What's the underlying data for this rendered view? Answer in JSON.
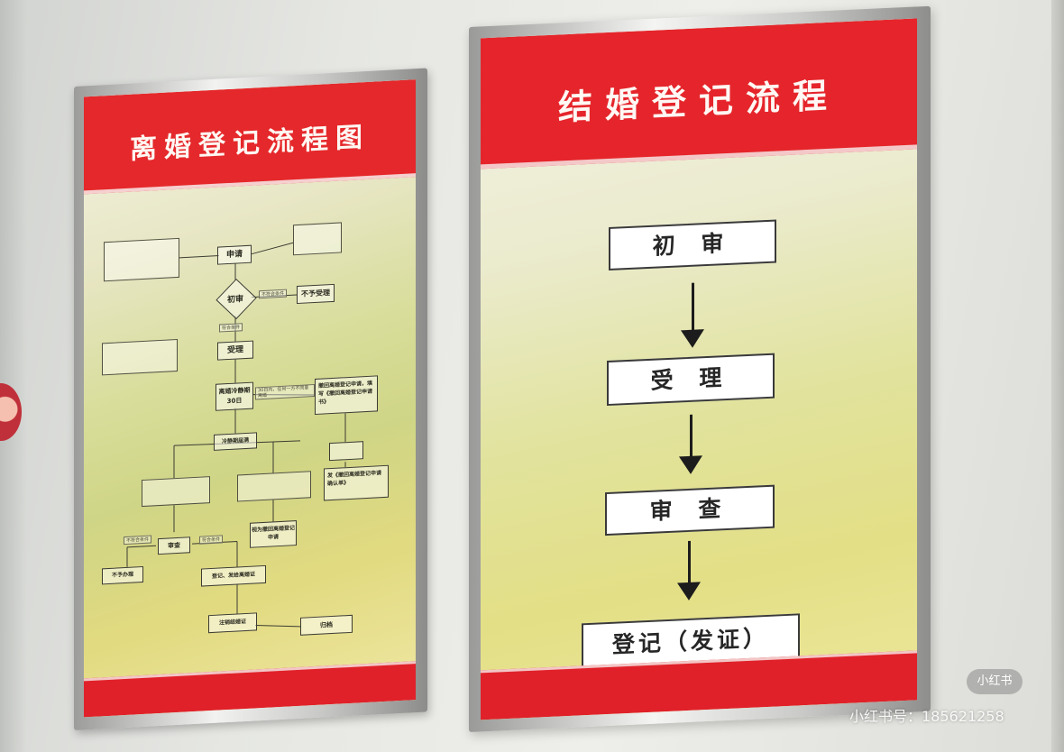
{
  "divorce_poster": {
    "title": "离婚登记流程图",
    "nodes": {
      "apply": "申请",
      "initial_review": "初审",
      "reject": "不予受理",
      "accept": "受理",
      "cooling": "离婚冷静期30日",
      "withdraw": "撤回离婚登记申请，填写《撤回离婚登记申请书》",
      "issue_confirm": "发《撤回离婚登记申请确认单》",
      "cooling_end": "冷静期届满",
      "deemed_withdraw": "视为撤回离婚登记申请",
      "review": "审查",
      "not_register": "不予办理",
      "register": "登记、发给离婚证",
      "cancel_cert": "注销结婚证",
      "archive": "归档"
    },
    "labels": {
      "not_meet": "不符合条件",
      "meet": "符合条件",
      "meet2": "符合条件",
      "not_meet2": "不符合条件",
      "within_30": "30日内，任何一方不同意离婚"
    }
  },
  "marriage_poster": {
    "title": "结婚登记流程",
    "steps": [
      "初 审",
      "受 理",
      "审 查",
      "登记（发证）"
    ]
  },
  "watermark": {
    "logo": "小红书",
    "text": "小红书号：185621258"
  }
}
